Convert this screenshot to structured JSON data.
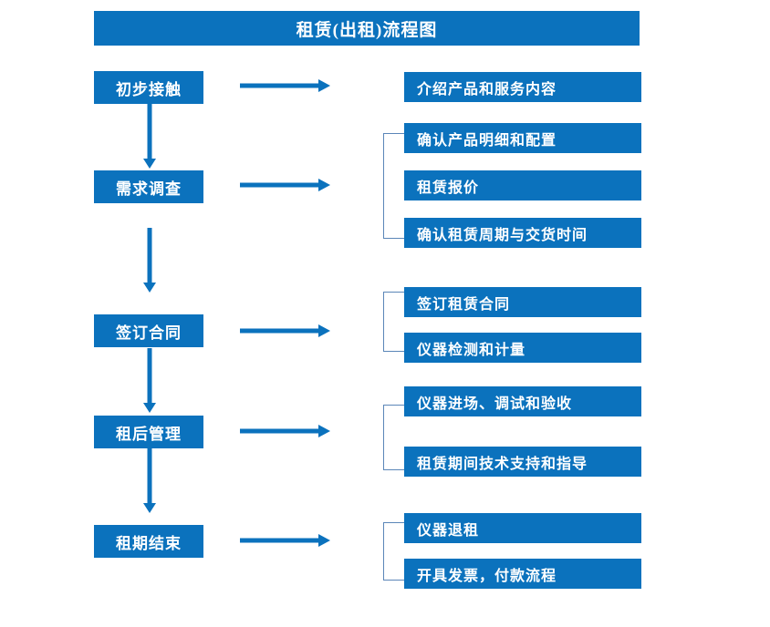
{
  "diagram": {
    "title": "租赁(出租)流程图",
    "accent_color": "#0b72bd",
    "bracket_color": "#5b86b8",
    "background_color": "#ffffff",
    "stages": [
      {
        "label": "初步接触",
        "details": [
          "介绍产品和服务内容"
        ],
        "has_bracket": false,
        "arrow_right": true,
        "arrow_down": true
      },
      {
        "label": "需求调查",
        "details": [
          "确认产品明细和配置",
          "租赁报价",
          "确认租赁周期与交货时间"
        ],
        "has_bracket": true,
        "arrow_right": true,
        "arrow_down": true
      },
      {
        "label": "签订合同",
        "details": [
          "签订租赁合同",
          "仪器检测和计量"
        ],
        "has_bracket": true,
        "arrow_right": true,
        "arrow_down": true
      },
      {
        "label": "租后管理",
        "details": [
          "仪器进场、调试和验收",
          "租赁期间技术支持和指导"
        ],
        "has_bracket": true,
        "arrow_right": true,
        "arrow_down": true
      },
      {
        "label": "租期结束",
        "details": [
          "仪器退租",
          "开具发票，付款流程"
        ],
        "has_bracket": true,
        "arrow_right": true,
        "arrow_down": false
      }
    ]
  }
}
